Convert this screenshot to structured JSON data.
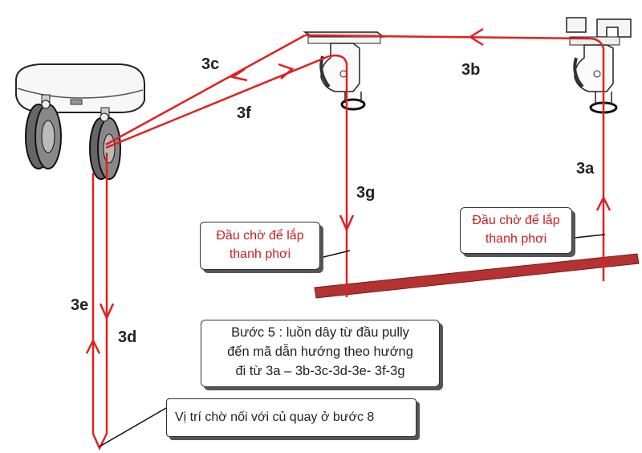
{
  "segments": {
    "s3a": "3a",
    "s3b": "3b",
    "s3c": "3c",
    "s3d": "3d",
    "s3e": "3e",
    "s3f": "3f",
    "s3g": "3g"
  },
  "callouts": {
    "left_line1": "Đầu chờ để lắp",
    "left_line2": "thanh phơi",
    "right_line1": "Đầu chờ để lắp",
    "right_line2": "thanh phơi",
    "step_line1": "Bước 5 : luồn dây từ đầu pully",
    "step_line2": "đến mã dẫn hướng theo hướng",
    "step_line3": "đi từ 3a – 3b-3c-3d-3e-  3f-3g",
    "bottom_line": "Vị trí chờ nối với củ quay ở bước 8"
  },
  "colors": {
    "rope": "#e02020",
    "bar": "#b53232",
    "callout_text_red": "#c81e1e",
    "callout_text_dark": "#222222"
  }
}
